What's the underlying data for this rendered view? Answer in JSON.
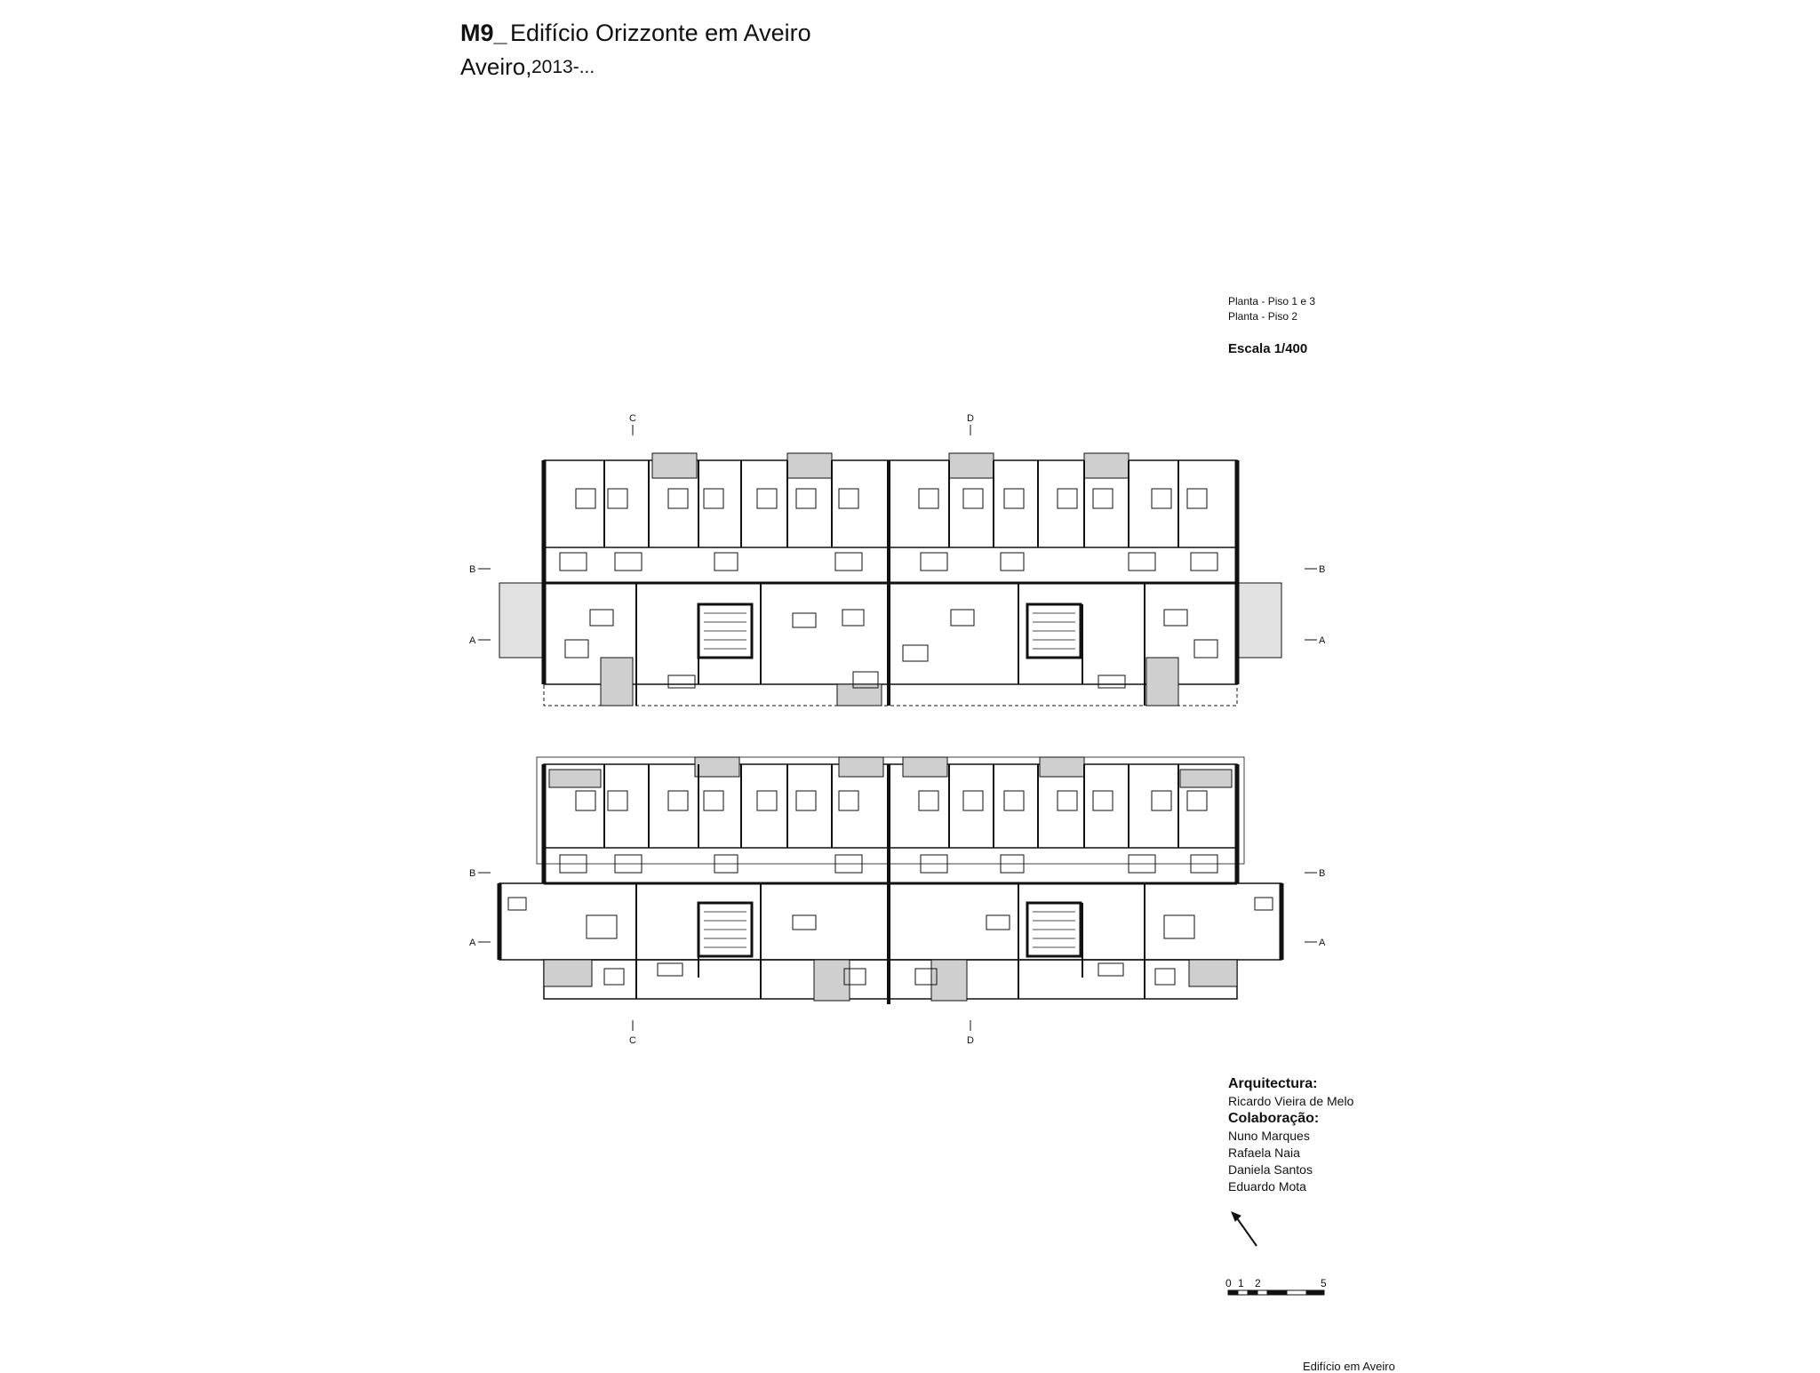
{
  "header": {
    "code": "M9_",
    "name": "Edifício Orizzonte em Aveiro",
    "city": "Aveiro,",
    "year": "2013-..."
  },
  "legend": {
    "line1": "Planta - Piso 1 e 3",
    "line2": "Planta - Piso 2",
    "scale": "Escala 1/400"
  },
  "section_markers": {
    "a": "A",
    "b": "B",
    "c": "C",
    "d": "D"
  },
  "credits": {
    "architecture_heading": "Arquitectura:",
    "architect": "Ricardo Vieira de Melo",
    "collaboration_heading": "Colaboração:",
    "collaborators": [
      "Nuno Marques",
      "Rafaela Naia",
      "Daniela Santos",
      "Eduardo Mota"
    ]
  },
  "graphic_scale": {
    "ticks": [
      "0",
      "1",
      "2",
      "5"
    ]
  },
  "footer": {
    "caption": "Edifício em Aveiro"
  }
}
